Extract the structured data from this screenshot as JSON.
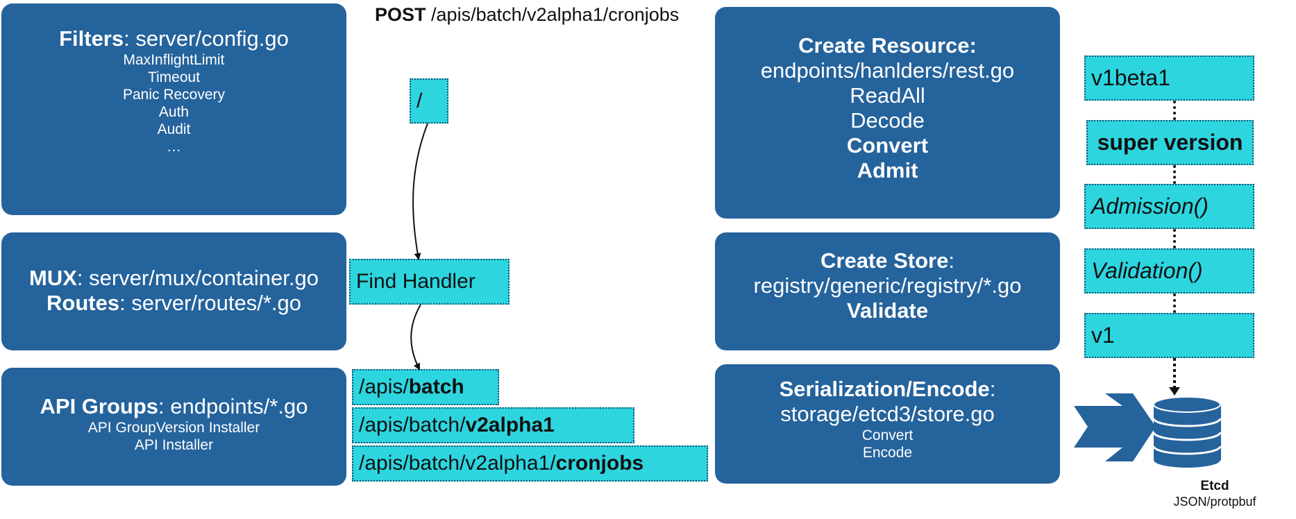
{
  "request": {
    "method": "POST",
    "path": "/apis/batch/v2alpha1/cronjobs"
  },
  "filters": {
    "title": "Filters",
    "file": ": server/config.go",
    "items": [
      "MaxInflightLimit",
      "Timeout",
      "Panic Recovery",
      "Auth",
      "Audit",
      "…"
    ]
  },
  "mux": {
    "title": "MUX",
    "file": ": server/mux/container.go",
    "routes_title": "Routes",
    "routes_file": ": server/routes/*.go"
  },
  "api_groups": {
    "title": "API Groups",
    "file": ": endpoints/*.go",
    "items": [
      "API GroupVersion Installer",
      "API Installer"
    ]
  },
  "create_resource": {
    "title": "Create Resource:",
    "file": "endpoints/hanlders/rest.go",
    "steps": [
      "ReadAll",
      "Decode"
    ],
    "bold_steps": [
      "Convert",
      "Admit"
    ]
  },
  "create_store": {
    "title": "Create Store",
    "colon": ":",
    "file": "registry/generic/registry/*.go",
    "bold_step": "Validate"
  },
  "serialization": {
    "title": "Serialization/Encode",
    "colon": ":",
    "file": "storage/etcd3/store.go",
    "items": [
      "Convert",
      "Encode"
    ]
  },
  "routing": {
    "root": "/",
    "find_handler": "Find Handler",
    "paths": [
      {
        "prefix": "/apis/",
        "bold": "batch"
      },
      {
        "prefix": "/apis/batch/",
        "bold": "v2alpha1"
      },
      {
        "prefix": "/apis/batch/v2alpha1/",
        "bold": "cronjobs"
      }
    ]
  },
  "versions": {
    "v1beta1": "v1beta1",
    "super": "super version",
    "admission": "Admission()",
    "validation": "Validation()",
    "v1": "v1"
  },
  "etcd": {
    "label": "Etcd",
    "format": "JSON/protpbuf"
  },
  "colors": {
    "panel": "#25639c",
    "box": "#2dd5df",
    "arrow": "#25639c",
    "db": "#25639c"
  },
  "icons": [
    "right-arrow-icon",
    "database-icon"
  ]
}
